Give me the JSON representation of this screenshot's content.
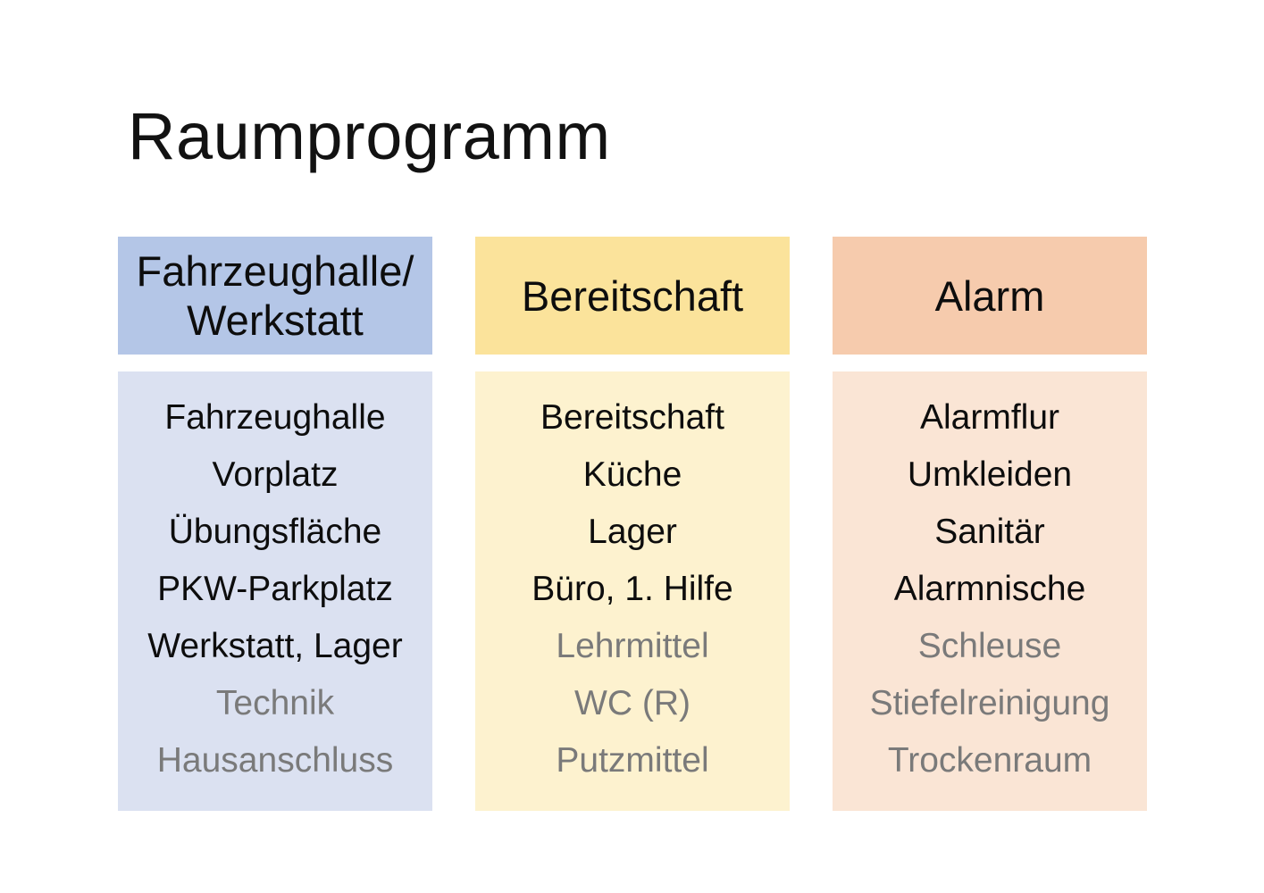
{
  "slide": {
    "title": "Raumprogramm",
    "text_colors": {
      "normal": "#0d0d0d",
      "muted": "#7a7a7a"
    },
    "columns": [
      {
        "id": "fahrzeughalle-werkstatt",
        "header": "Fahrzeughalle/\nWerkstatt",
        "header_bg": "#b4c6e7",
        "body_bg": "#dbe1f1",
        "items": [
          {
            "label": "Fahrzeughalle",
            "muted": false
          },
          {
            "label": "Vorplatz",
            "muted": false
          },
          {
            "label": "Übungsfläche",
            "muted": false
          },
          {
            "label": "PKW-Parkplatz",
            "muted": false
          },
          {
            "label": "Werkstatt, Lager",
            "muted": false
          },
          {
            "label": "Technik",
            "muted": true
          },
          {
            "label": "Hausanschluss",
            "muted": true
          }
        ]
      },
      {
        "id": "bereitschaft",
        "header": "Bereitschaft",
        "header_bg": "#fbe39b",
        "body_bg": "#fdf2cf",
        "items": [
          {
            "label": "Bereitschaft",
            "muted": false
          },
          {
            "label": "Küche",
            "muted": false
          },
          {
            "label": "Lager",
            "muted": false
          },
          {
            "label": "Büro, 1. Hilfe",
            "muted": false
          },
          {
            "label": "Lehrmittel",
            "muted": true
          },
          {
            "label": "WC (R)",
            "muted": true
          },
          {
            "label": "Putzmittel",
            "muted": true
          }
        ]
      },
      {
        "id": "alarm",
        "header": "Alarm",
        "header_bg": "#f6cbad",
        "body_bg": "#fae5d5",
        "items": [
          {
            "label": "Alarmflur",
            "muted": false
          },
          {
            "label": "Umkleiden",
            "muted": false
          },
          {
            "label": "Sanitär",
            "muted": false
          },
          {
            "label": "Alarmnische",
            "muted": false
          },
          {
            "label": "Schleuse",
            "muted": true
          },
          {
            "label": "Stiefelreinigung",
            "muted": true
          },
          {
            "label": "Trockenraum",
            "muted": true
          }
        ]
      }
    ]
  }
}
